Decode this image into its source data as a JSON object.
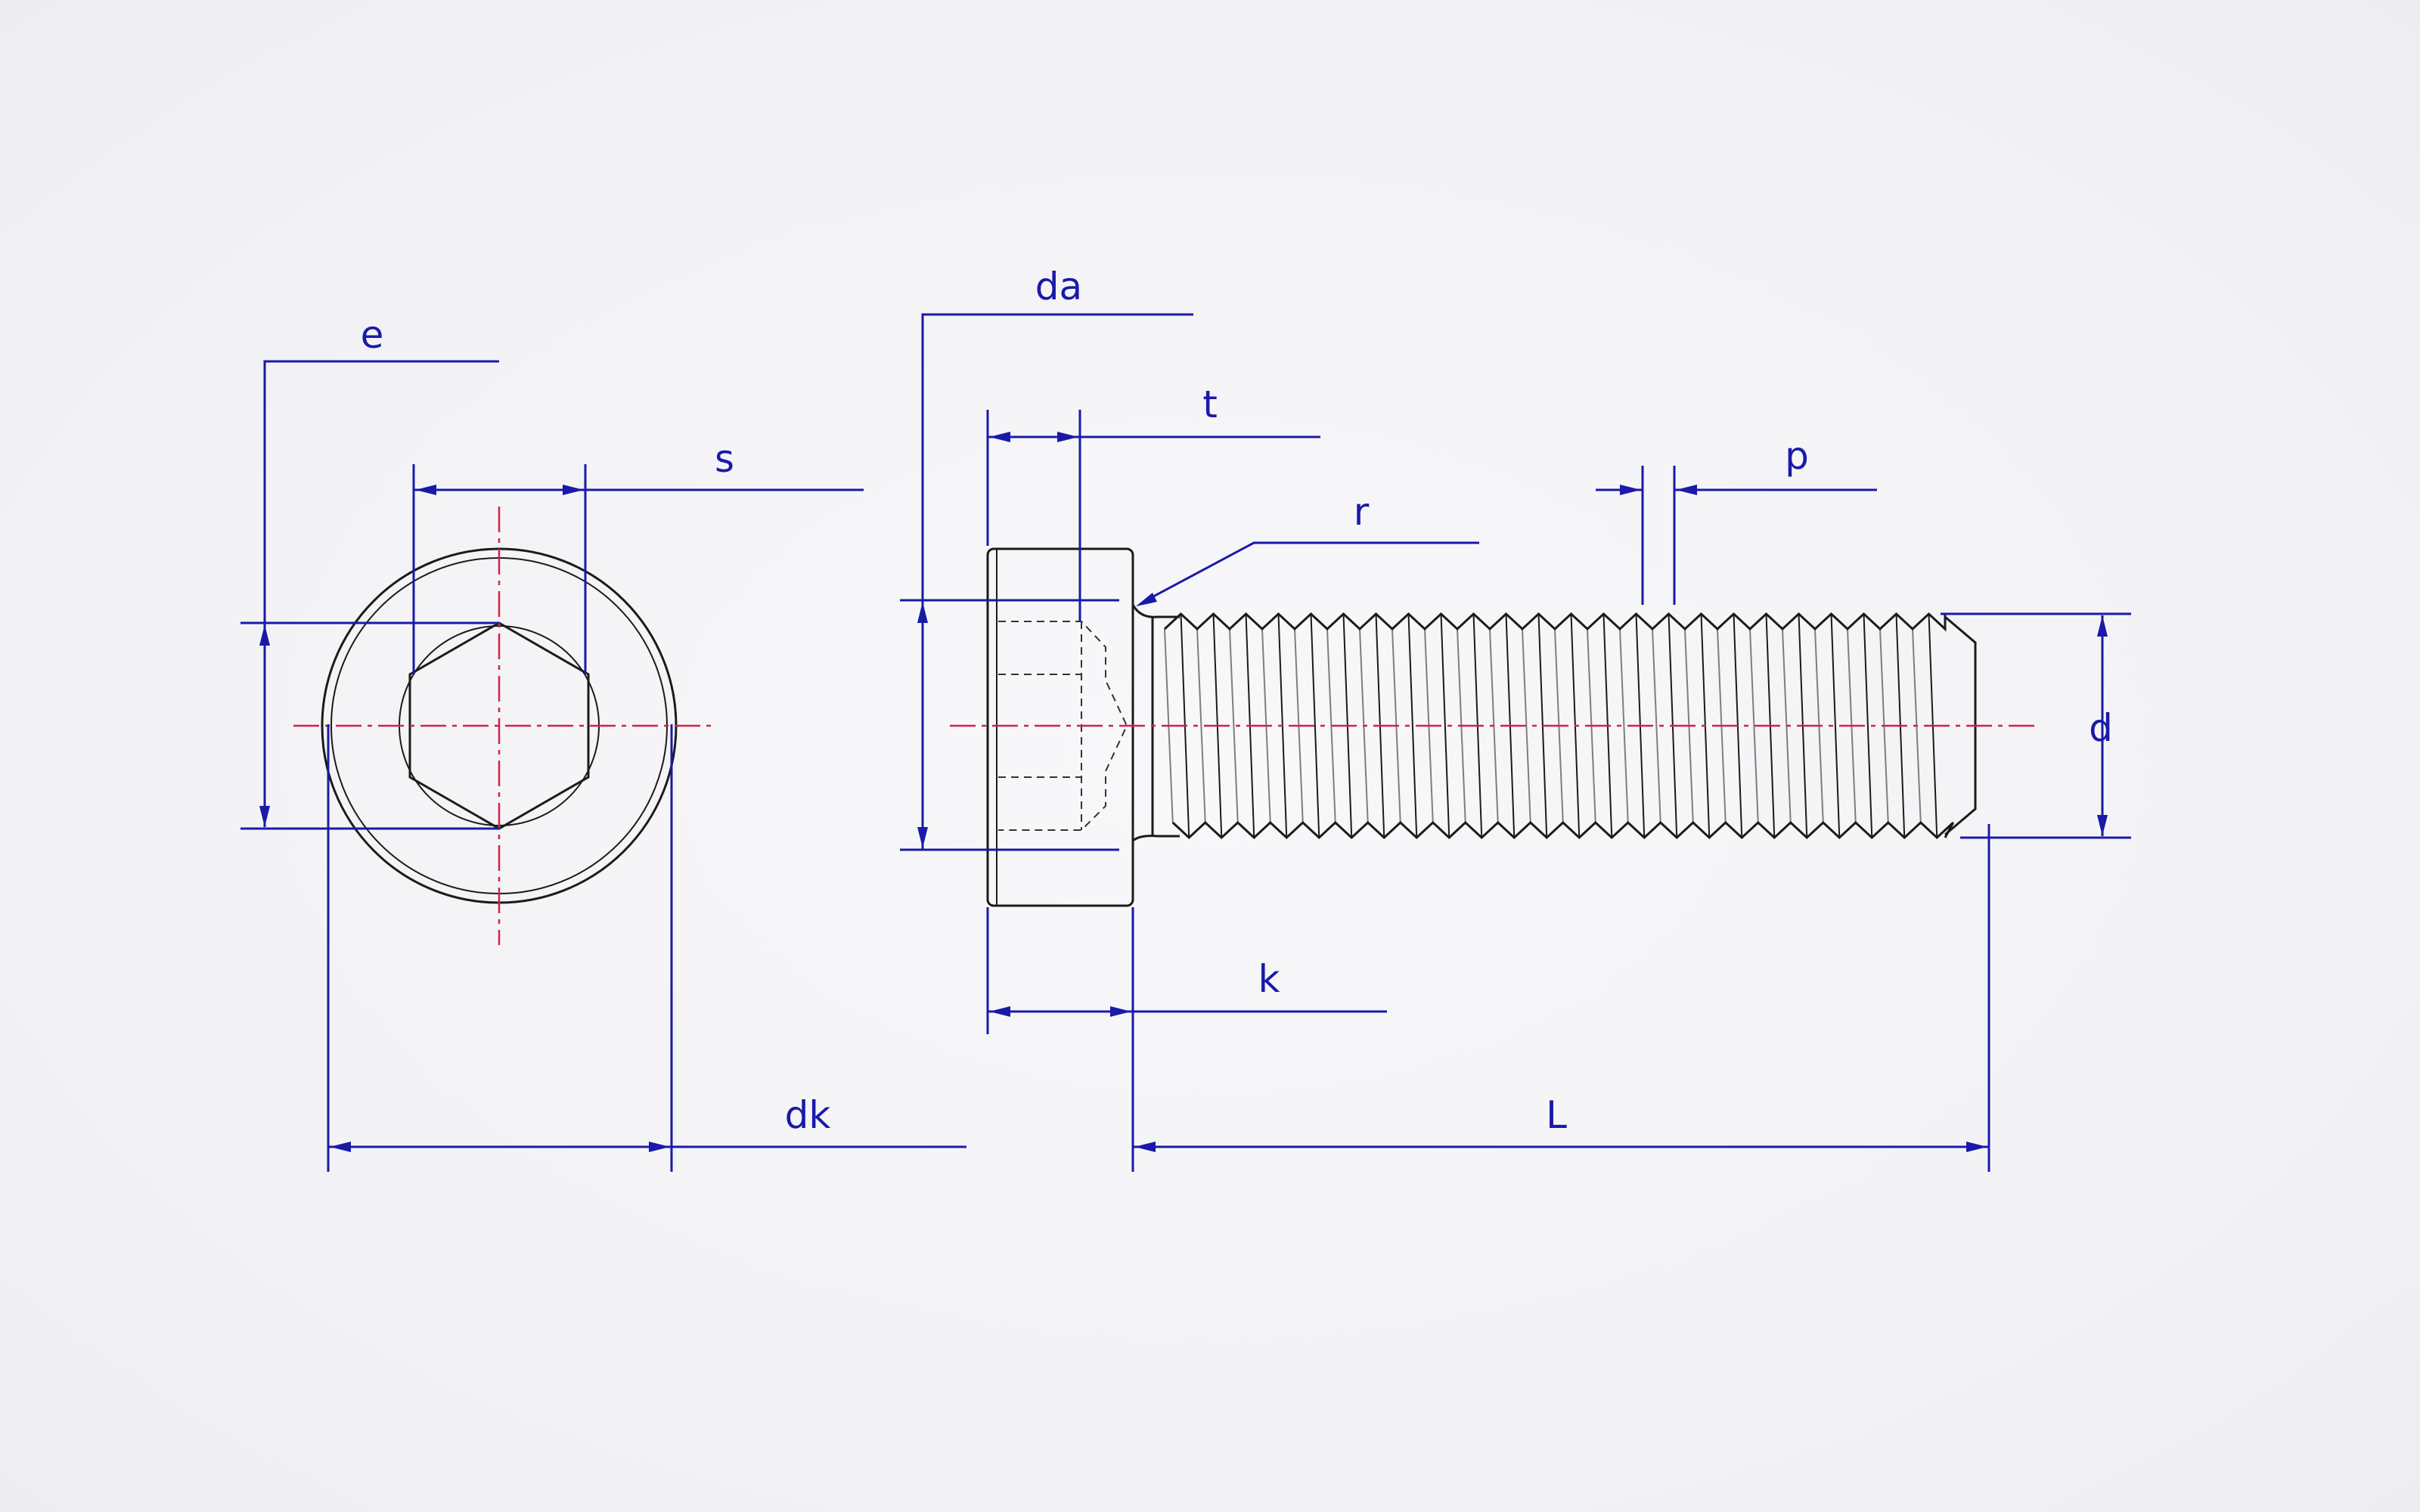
{
  "labels": {
    "e": "e",
    "s": "s",
    "dk": "dk",
    "da": "da",
    "t": "t",
    "r": "r",
    "p": "p",
    "d": "d",
    "k": "k",
    "L": "L"
  },
  "colors": {
    "dimension": "#1a1aa8",
    "part_outline": "#1b1b1b",
    "centerline": "#d2224a",
    "background": "#f4f4f6"
  }
}
